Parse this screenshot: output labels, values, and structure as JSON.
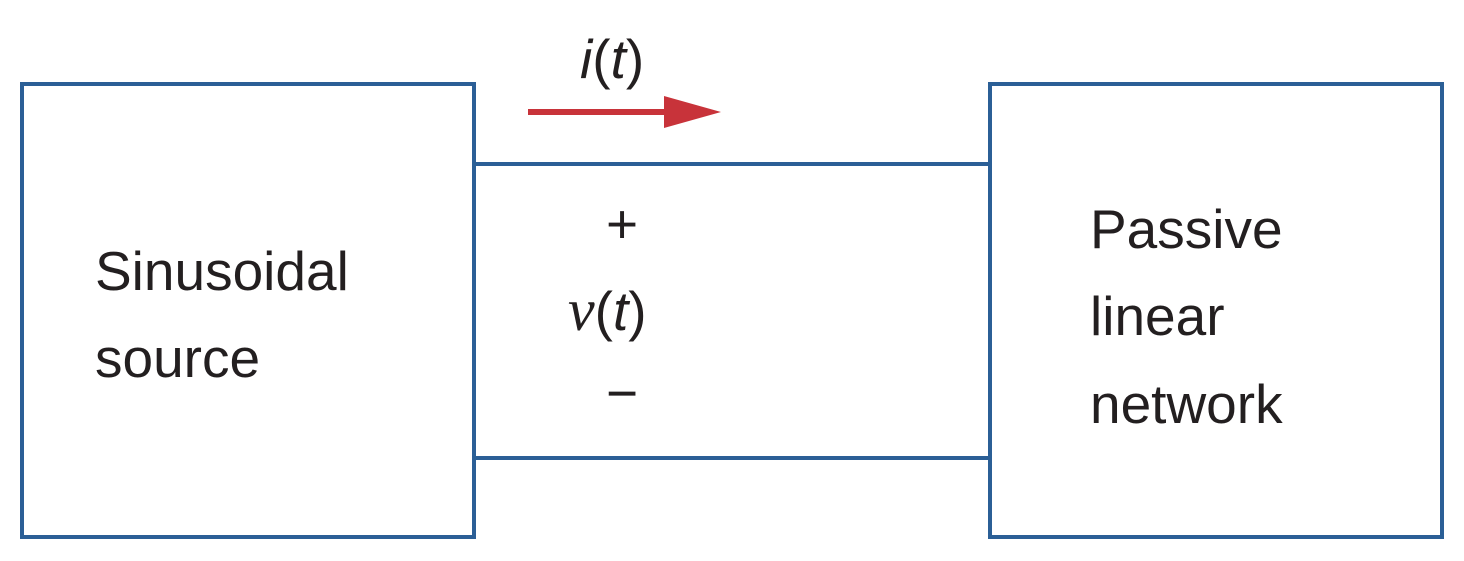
{
  "source_block": {
    "line1": "Sinusoidal",
    "line2": "source"
  },
  "network_block": {
    "line1": "Passive",
    "line2": "linear",
    "line3": "network"
  },
  "current": {
    "var": "i",
    "open": "(",
    "arg": "t",
    "close": ")"
  },
  "voltage": {
    "plus": "+",
    "var": "v",
    "open": "(",
    "arg": "t",
    "close": ")",
    "minus": "−"
  },
  "colors": {
    "line": "#2b5f96",
    "arrow": "#c8333a",
    "text": "#231f20"
  }
}
